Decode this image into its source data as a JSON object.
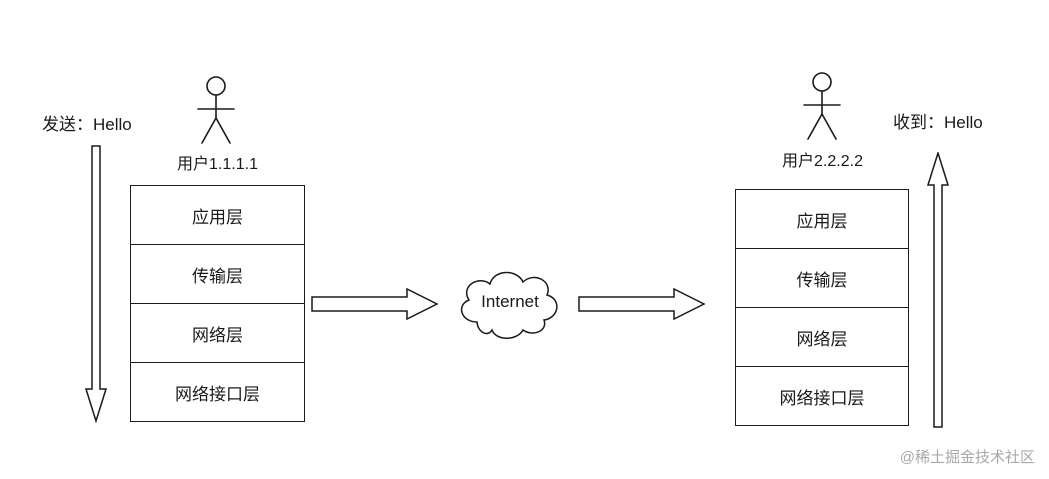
{
  "diagram": {
    "send_label": "发送：Hello",
    "receive_label": "收到：Hello",
    "left_user": "用户1.1.1.1",
    "right_user": "用户2.2.2.2",
    "internet_label": "Internet",
    "layers": [
      "应用层",
      "传输层",
      "网络层",
      "网络接口层"
    ],
    "watermark": "@稀土掘金技术社区"
  }
}
